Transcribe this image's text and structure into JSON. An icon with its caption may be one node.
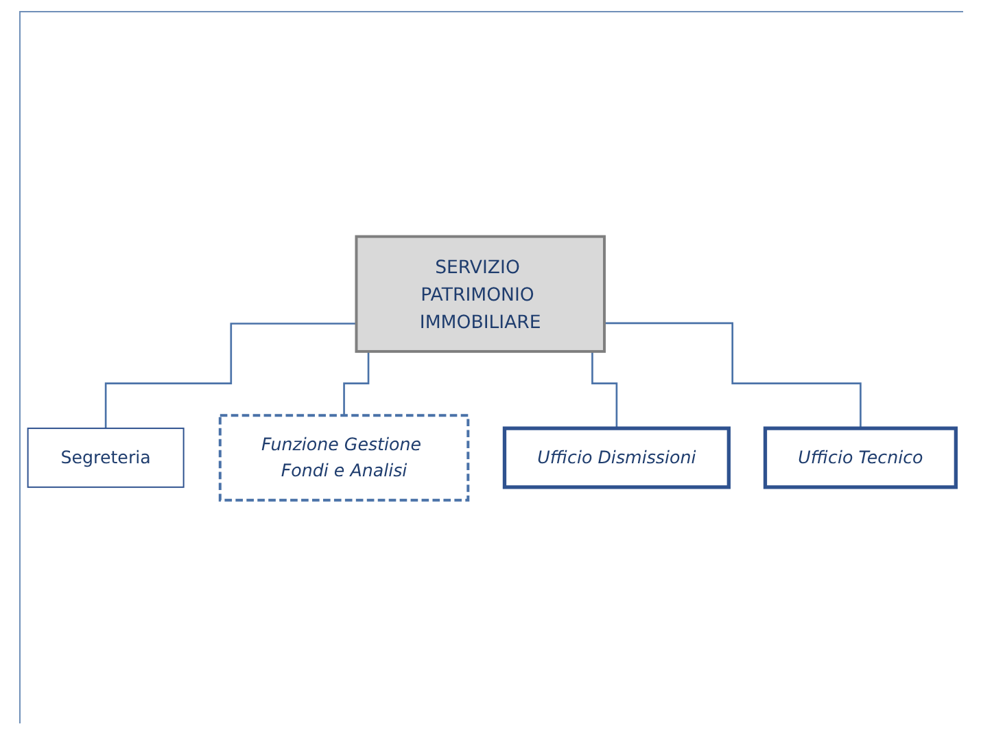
{
  "diagram": {
    "nodes": [
      {
        "text": [
          "SERVIZIO PATRIMONIO IMMOBILIARE"
        ]
      },
      {
        "text": [
          "Segreteria"
        ]
      },
      {
        "text": [
          "Funzione Gestione Fondi e Analisi"
        ]
      },
      {
        "text": [
          "Ufficio Dismissioni"
        ]
      },
      {
        "text": [
          "Ufficio Tecnico"
        ]
      }
    ],
    "edges": [
      {
        "from": 0,
        "to": 1,
        "arrow": "none"
      },
      {
        "from": 0,
        "to": 2,
        "arrow": "none"
      },
      {
        "from": 0,
        "to": 3,
        "arrow": "none"
      },
      {
        "from": 0,
        "to": 4,
        "arrow": "none"
      }
    ]
  }
}
